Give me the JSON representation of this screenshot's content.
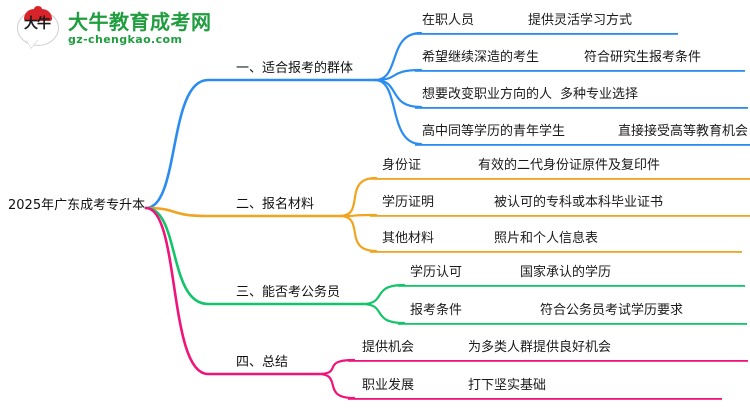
{
  "logo": {
    "badge_text": "大牛",
    "title": "大牛教育成考网",
    "subtitle": "gz-chengkao.com",
    "brand_color": "#1f9d3f",
    "badge_accent": "#d8232a"
  },
  "mindmap": {
    "root": "2025年广东成考专升本",
    "branches": [
      {
        "label": "一、适合报考的群体",
        "color": "#2b8cf0",
        "items": [
          {
            "key": "在职人员",
            "value": "提供灵活学习方式"
          },
          {
            "key": "希望继续深造的考生",
            "value": "符合研究生报考条件"
          },
          {
            "key": "想要改变职业方向的人",
            "value": "多种专业选择"
          },
          {
            "key": "高中同等学历的青年学生",
            "value": "直接接受高等教育机会"
          }
        ]
      },
      {
        "label": "二、报名材料",
        "color": "#f0a420",
        "items": [
          {
            "key": "身份证",
            "value": "有效的二代身份证原件及复印件"
          },
          {
            "key": "学历证明",
            "value": "被认可的专科或本科毕业证书"
          },
          {
            "key": "其他材料",
            "value": "照片和个人信息表"
          }
        ]
      },
      {
        "label": "三、能否考公务员",
        "color": "#14c46a",
        "items": [
          {
            "key": "学历认可",
            "value": "国家承认的学历"
          },
          {
            "key": "报考条件",
            "value": "符合公务员考试学历要求"
          }
        ]
      },
      {
        "label": "四、总结",
        "color": "#f0137a",
        "items": [
          {
            "key": "提供机会",
            "value": "为多类人群提供良好机会"
          },
          {
            "key": "职业发展",
            "value": "打下坚实基础"
          }
        ]
      }
    ]
  }
}
